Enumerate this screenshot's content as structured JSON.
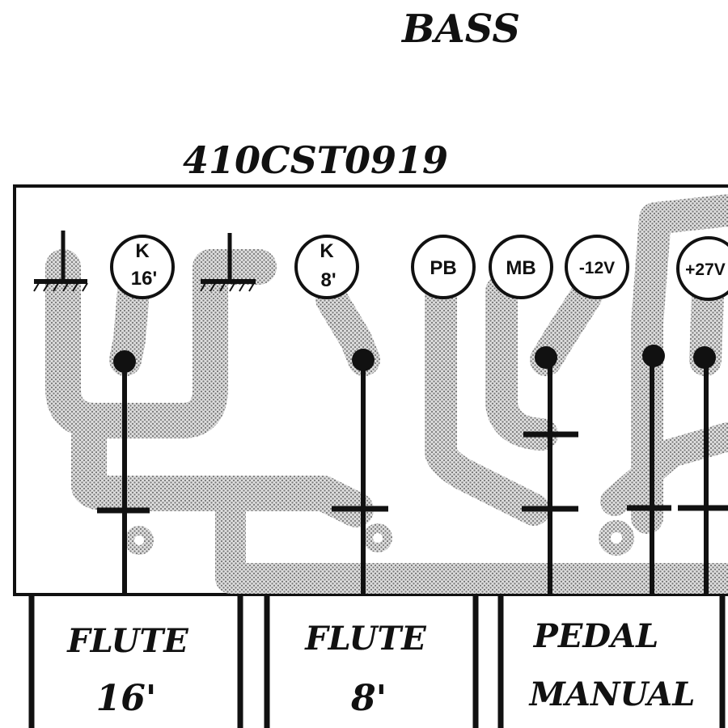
{
  "header": {
    "section_title": "BASS",
    "board_part_number": "410CST0919"
  },
  "pins": [
    {
      "id": "ground-1",
      "kind": "ground"
    },
    {
      "id": "k16",
      "kind": "terminal",
      "lines": [
        "K",
        "16'"
      ]
    },
    {
      "id": "ground-2",
      "kind": "ground"
    },
    {
      "id": "k8",
      "kind": "terminal",
      "lines": [
        "K",
        "8'"
      ]
    },
    {
      "id": "pb",
      "kind": "terminal",
      "lines": [
        "PB"
      ]
    },
    {
      "id": "mb",
      "kind": "terminal",
      "lines": [
        "MB"
      ]
    },
    {
      "id": "minus12v",
      "kind": "terminal",
      "lines": [
        "-12V"
      ]
    },
    {
      "id": "plus27v",
      "kind": "terminal",
      "lines": [
        "+27V"
      ]
    }
  ],
  "labels": [
    {
      "id": "flute16",
      "lines": [
        "FLUTE",
        "16'"
      ]
    },
    {
      "id": "flute8",
      "lines": [
        "FLUTE",
        "8'"
      ]
    },
    {
      "id": "pedal-manual",
      "lines": [
        "PEDAL",
        "MANUAL"
      ]
    }
  ],
  "colors": {
    "ink": "#111111",
    "trace_fill": "#d9d9d9",
    "trace_dot": "#7a7a7a",
    "board": "#ffffff"
  }
}
